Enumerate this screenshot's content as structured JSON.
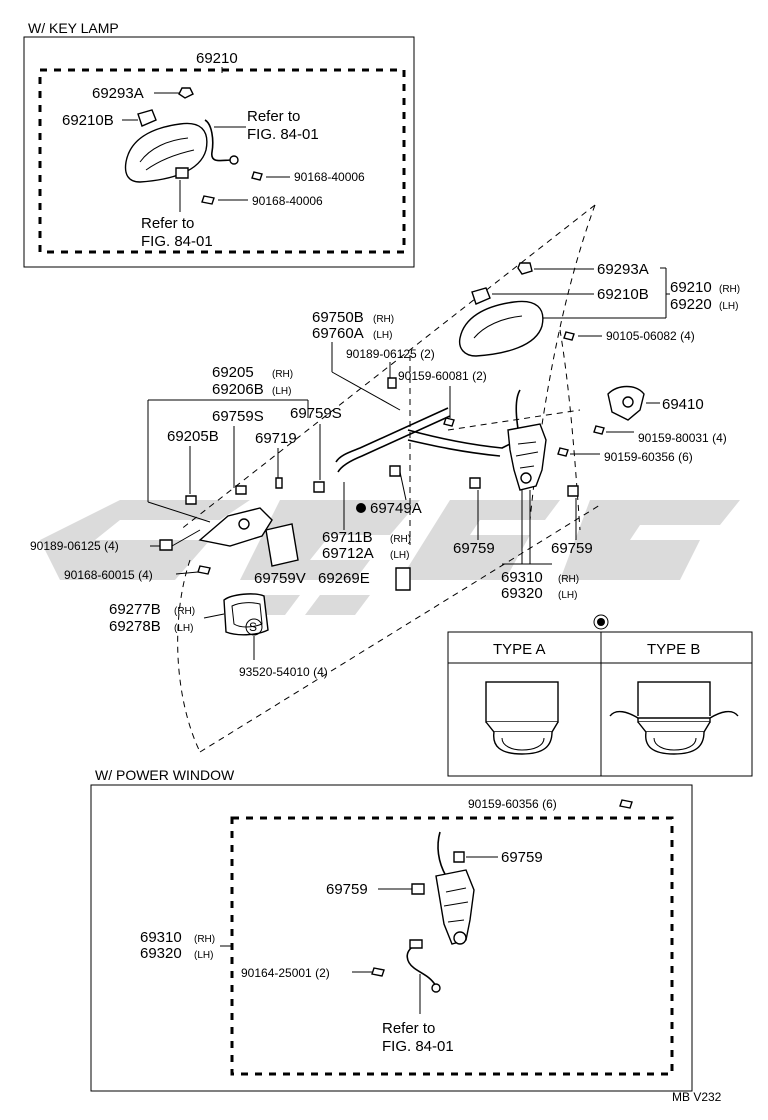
{
  "sections": {
    "key_lamp": "W/ KEY  LAMP",
    "power_window": "W/ POWER  WINDOW"
  },
  "labels": {
    "kl_69210": "69210",
    "kl_69293A": "69293A",
    "kl_69210B": "69210B",
    "kl_refer1_a": "Refer to",
    "kl_refer1_b": "FIG. 84-01",
    "kl_bolt1": "90168-40006",
    "kl_bolt2": "90168-40006",
    "kl_refer2_a": "Refer to",
    "kl_refer2_b": "FIG. 84-01",
    "m_69293A": "69293A",
    "m_69210B": "69210B",
    "m_69210": "69210",
    "m_69220": "69220",
    "m_90105": "90105-06082 (4)",
    "m_69750B": "69750B",
    "m_69760A": "69760A",
    "m_90189a": "90189-06125 (2)",
    "m_90159a": "90159-60081 (2)",
    "m_69410": "69410",
    "m_90159b": "90159-80031 (4)",
    "m_90159c": "90159-60356 (6)",
    "m_69205": "69205",
    "m_69206B": "69206B",
    "m_69759S_1": "69759S",
    "m_69759S_2": "69759S",
    "m_69205B": "69205B",
    "m_69719": "69719",
    "m_69749A": "69749A",
    "m_69711B": "69711B",
    "m_69712A": "69712A",
    "m_69759_1": "69759",
    "m_69759_2": "69759",
    "m_69310": "69310",
    "m_69320": "69320",
    "m_90189b": "90189-06125 (4)",
    "m_90168": "90168-60015 (4)",
    "m_69759V": "69759V",
    "m_69269E": "69269E",
    "m_69277B": "69277B",
    "m_69278B": "69278B",
    "m_S": "S",
    "m_93520": "93520-54010 (4)",
    "rh": "(RH)",
    "lh": "(LH)",
    "type_a": "TYPE A",
    "type_b": "TYPE B",
    "pw_90159": "90159-60356 (6)",
    "pw_69759_1": "69759",
    "pw_69759_2": "69759",
    "pw_69310": "69310",
    "pw_69320": "69320",
    "pw_90164": "90164-25001 (2)",
    "pw_refer_a": "Refer to",
    "pw_refer_b": "FIG. 84-01",
    "footer": "MB  V232"
  }
}
